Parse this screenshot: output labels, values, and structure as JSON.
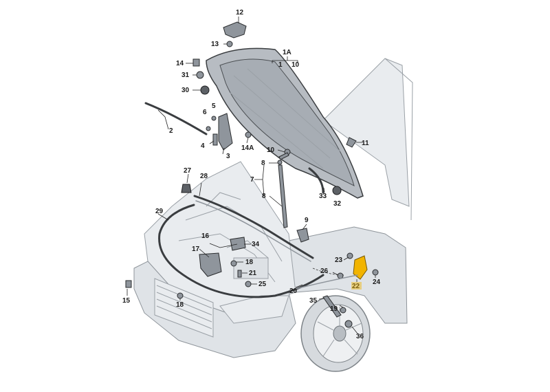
{
  "labels": [
    {
      "id": "12",
      "text": "12"
    },
    {
      "id": "13",
      "text": "13"
    },
    {
      "id": "1A",
      "text": "1A"
    },
    {
      "id": "1",
      "text": "1"
    },
    {
      "id": "10a",
      "text": "10"
    },
    {
      "id": "14",
      "text": "14"
    },
    {
      "id": "31",
      "text": "31"
    },
    {
      "id": "30",
      "text": "30"
    },
    {
      "id": "5",
      "text": "5"
    },
    {
      "id": "6",
      "text": "6"
    },
    {
      "id": "2",
      "text": "2"
    },
    {
      "id": "4",
      "text": "4"
    },
    {
      "id": "14A",
      "text": "14A"
    },
    {
      "id": "3",
      "text": "3"
    },
    {
      "id": "11",
      "text": "11"
    },
    {
      "id": "10b",
      "text": "10"
    },
    {
      "id": "8a",
      "text": "8"
    },
    {
      "id": "7",
      "text": "7"
    },
    {
      "id": "8b",
      "text": "8"
    },
    {
      "id": "27",
      "text": "27"
    },
    {
      "id": "28",
      "text": "28"
    },
    {
      "id": "33",
      "text": "33"
    },
    {
      "id": "32",
      "text": "32"
    },
    {
      "id": "29",
      "text": "29"
    },
    {
      "id": "9",
      "text": "9"
    },
    {
      "id": "16",
      "text": "16"
    },
    {
      "id": "34",
      "text": "34"
    },
    {
      "id": "17",
      "text": "17"
    },
    {
      "id": "18a",
      "text": "18"
    },
    {
      "id": "21",
      "text": "21"
    },
    {
      "id": "25",
      "text": "25"
    },
    {
      "id": "23",
      "text": "23"
    },
    {
      "id": "26",
      "text": "26"
    },
    {
      "id": "24",
      "text": "24"
    },
    {
      "id": "22",
      "text": "22"
    },
    {
      "id": "20",
      "text": "20"
    },
    {
      "id": "15",
      "text": "15"
    },
    {
      "id": "18b",
      "text": "18"
    },
    {
      "id": "35",
      "text": "35"
    },
    {
      "id": "19",
      "text": "19"
    },
    {
      "id": "36",
      "text": "36"
    }
  ],
  "colors": {
    "background": "#ffffff",
    "highlight": "#f2b400",
    "label": "#1a1a1a"
  }
}
